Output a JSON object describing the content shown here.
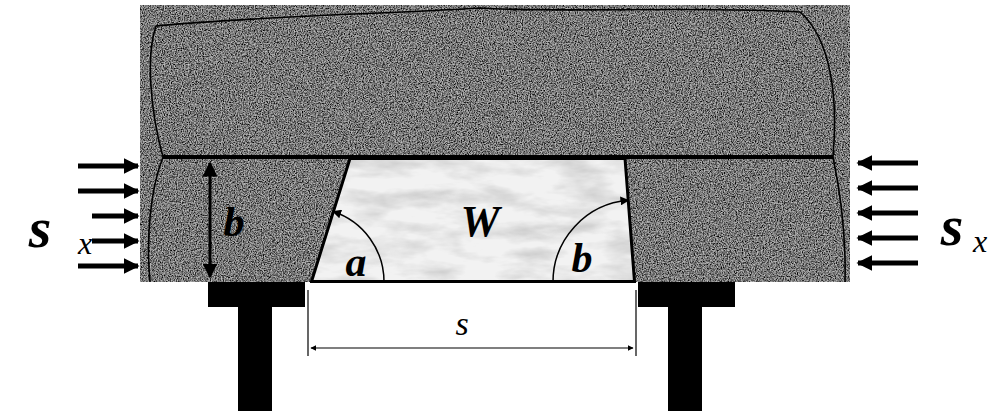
{
  "diagram": {
    "nodes": [
      {
        "text": [
          "W"
        ]
      }
    ],
    "labels": [
      "s",
      "x",
      "b",
      "a",
      "b",
      "s",
      "s",
      "x"
    ]
  }
}
